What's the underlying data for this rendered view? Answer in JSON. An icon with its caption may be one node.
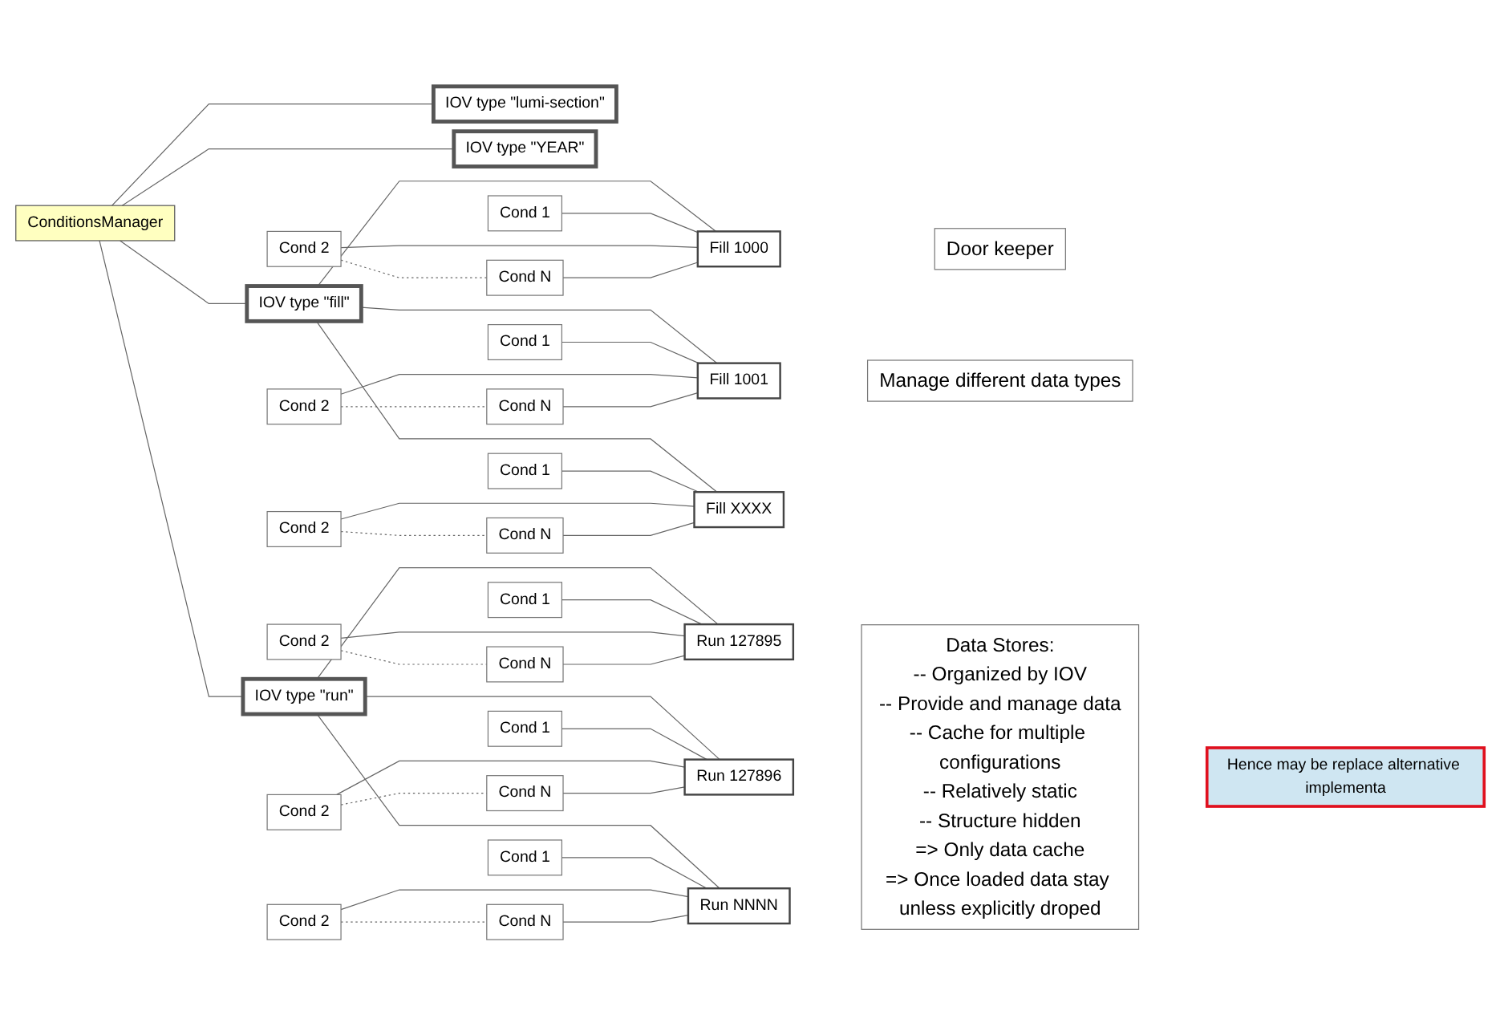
{
  "diagram": {
    "nodes": [
      {
        "text": [
          "ConditionsManager"
        ]
      },
      {
        "text": [
          "Door keeper"
        ]
      },
      {
        "text": [
          "IOV type \"fill\""
        ]
      },
      {
        "text": [
          "IOV type \"run\""
        ]
      },
      {
        "text": [
          "Manage different data types"
        ]
      },
      {
        "text": [
          "IOV type \"lumi-section\""
        ]
      },
      {
        "text": [
          "IOV type \"YEAR\""
        ]
      },
      {
        "text": [
          "Cond 1"
        ]
      },
      {
        "text": [
          "Cond 2"
        ]
      },
      {
        "text": [
          "Cond N"
        ]
      },
      {
        "text": [
          "Fill 1000"
        ]
      },
      {
        "text": [
          "Cond 1"
        ]
      },
      {
        "text": [
          "Cond 2"
        ]
      },
      {
        "text": [
          "Cond N"
        ]
      },
      {
        "text": [
          "Fill 1001"
        ]
      },
      {
        "text": [
          "Cond 1"
        ]
      },
      {
        "text": [
          "Cond 2"
        ]
      },
      {
        "text": [
          "Cond N"
        ]
      },
      {
        "text": [
          "Fill XXXX"
        ]
      },
      {
        "text": [
          "Cond 1"
        ]
      },
      {
        "text": [
          "Cond 2"
        ]
      },
      {
        "text": [
          "Cond N"
        ]
      },
      {
        "text": [
          "Run 127895"
        ]
      },
      {
        "text": [
          "Cond 1"
        ]
      },
      {
        "text": [
          "Cond 2"
        ]
      },
      {
        "text": [
          "Cond N"
        ]
      },
      {
        "text": [
          "Run 127896"
        ]
      },
      {
        "text": [
          "Cond 1"
        ]
      },
      {
        "text": [
          "Cond 2"
        ]
      },
      {
        "text": [
          "Cond N"
        ]
      },
      {
        "text": [
          "Run NNNN"
        ]
      },
      {
        "text": [
          "Data Stores:",
          "-- Organized by IOV",
          "-- Provide and manage data",
          "-- Cache for multiple configurations",
          "-- Relatively static",
          "-- Structure hidden",
          "=> Only data cache",
          "=> Once loaded data stay unless explicitly droped"
        ]
      },
      {
        "text": [
          "Hence may be replace alternative implementa"
        ]
      }
    ],
    "edges": [
      {
        "from": 0,
        "to": 2,
        "arrow": "none"
      },
      {
        "from": 0,
        "to": 3,
        "arrow": "none"
      },
      {
        "from": 0,
        "to": 5,
        "arrow": "none"
      },
      {
        "from": 0,
        "to": 6,
        "arrow": "none"
      },
      {
        "from": 2,
        "to": 10,
        "arrow": "none"
      },
      {
        "from": 2,
        "to": 14,
        "arrow": "none"
      },
      {
        "from": 2,
        "to": 18,
        "arrow": "none"
      },
      {
        "from": 3,
        "to": 22,
        "arrow": "none"
      },
      {
        "from": 3,
        "to": 26,
        "arrow": "none"
      },
      {
        "from": 3,
        "to": 30,
        "arrow": "none"
      },
      {
        "from": 7,
        "to": 10,
        "arrow": "none"
      },
      {
        "from": 8,
        "to": 10,
        "arrow": "none"
      },
      {
        "from": 9,
        "to": 10,
        "arrow": "none"
      },
      {
        "from": 8,
        "to": 9,
        "arrow": "none",
        "style": "dashed"
      },
      {
        "from": 11,
        "to": 14,
        "arrow": "none"
      },
      {
        "from": 12,
        "to": 14,
        "arrow": "none"
      },
      {
        "from": 13,
        "to": 14,
        "arrow": "none"
      },
      {
        "from": 12,
        "to": 13,
        "arrow": "none",
        "style": "dashed"
      },
      {
        "from": 15,
        "to": 18,
        "arrow": "none"
      },
      {
        "from": 16,
        "to": 18,
        "arrow": "none"
      },
      {
        "from": 17,
        "to": 18,
        "arrow": "none"
      },
      {
        "from": 16,
        "to": 17,
        "arrow": "none",
        "style": "dashed"
      },
      {
        "from": 19,
        "to": 22,
        "arrow": "none"
      },
      {
        "from": 20,
        "to": 22,
        "arrow": "none"
      },
      {
        "from": 21,
        "to": 22,
        "arrow": "none"
      },
      {
        "from": 20,
        "to": 21,
        "arrow": "none",
        "style": "dashed"
      },
      {
        "from": 23,
        "to": 26,
        "arrow": "none"
      },
      {
        "from": 24,
        "to": 26,
        "arrow": "none"
      },
      {
        "from": 25,
        "to": 26,
        "arrow": "none"
      },
      {
        "from": 24,
        "to": 25,
        "arrow": "none",
        "style": "dashed"
      },
      {
        "from": 27,
        "to": 30,
        "arrow": "none"
      },
      {
        "from": 28,
        "to": 30,
        "arrow": "none"
      },
      {
        "from": 29,
        "to": 30,
        "arrow": "none"
      },
      {
        "from": 28,
        "to": 29,
        "arrow": "none",
        "style": "dashed"
      }
    ]
  }
}
